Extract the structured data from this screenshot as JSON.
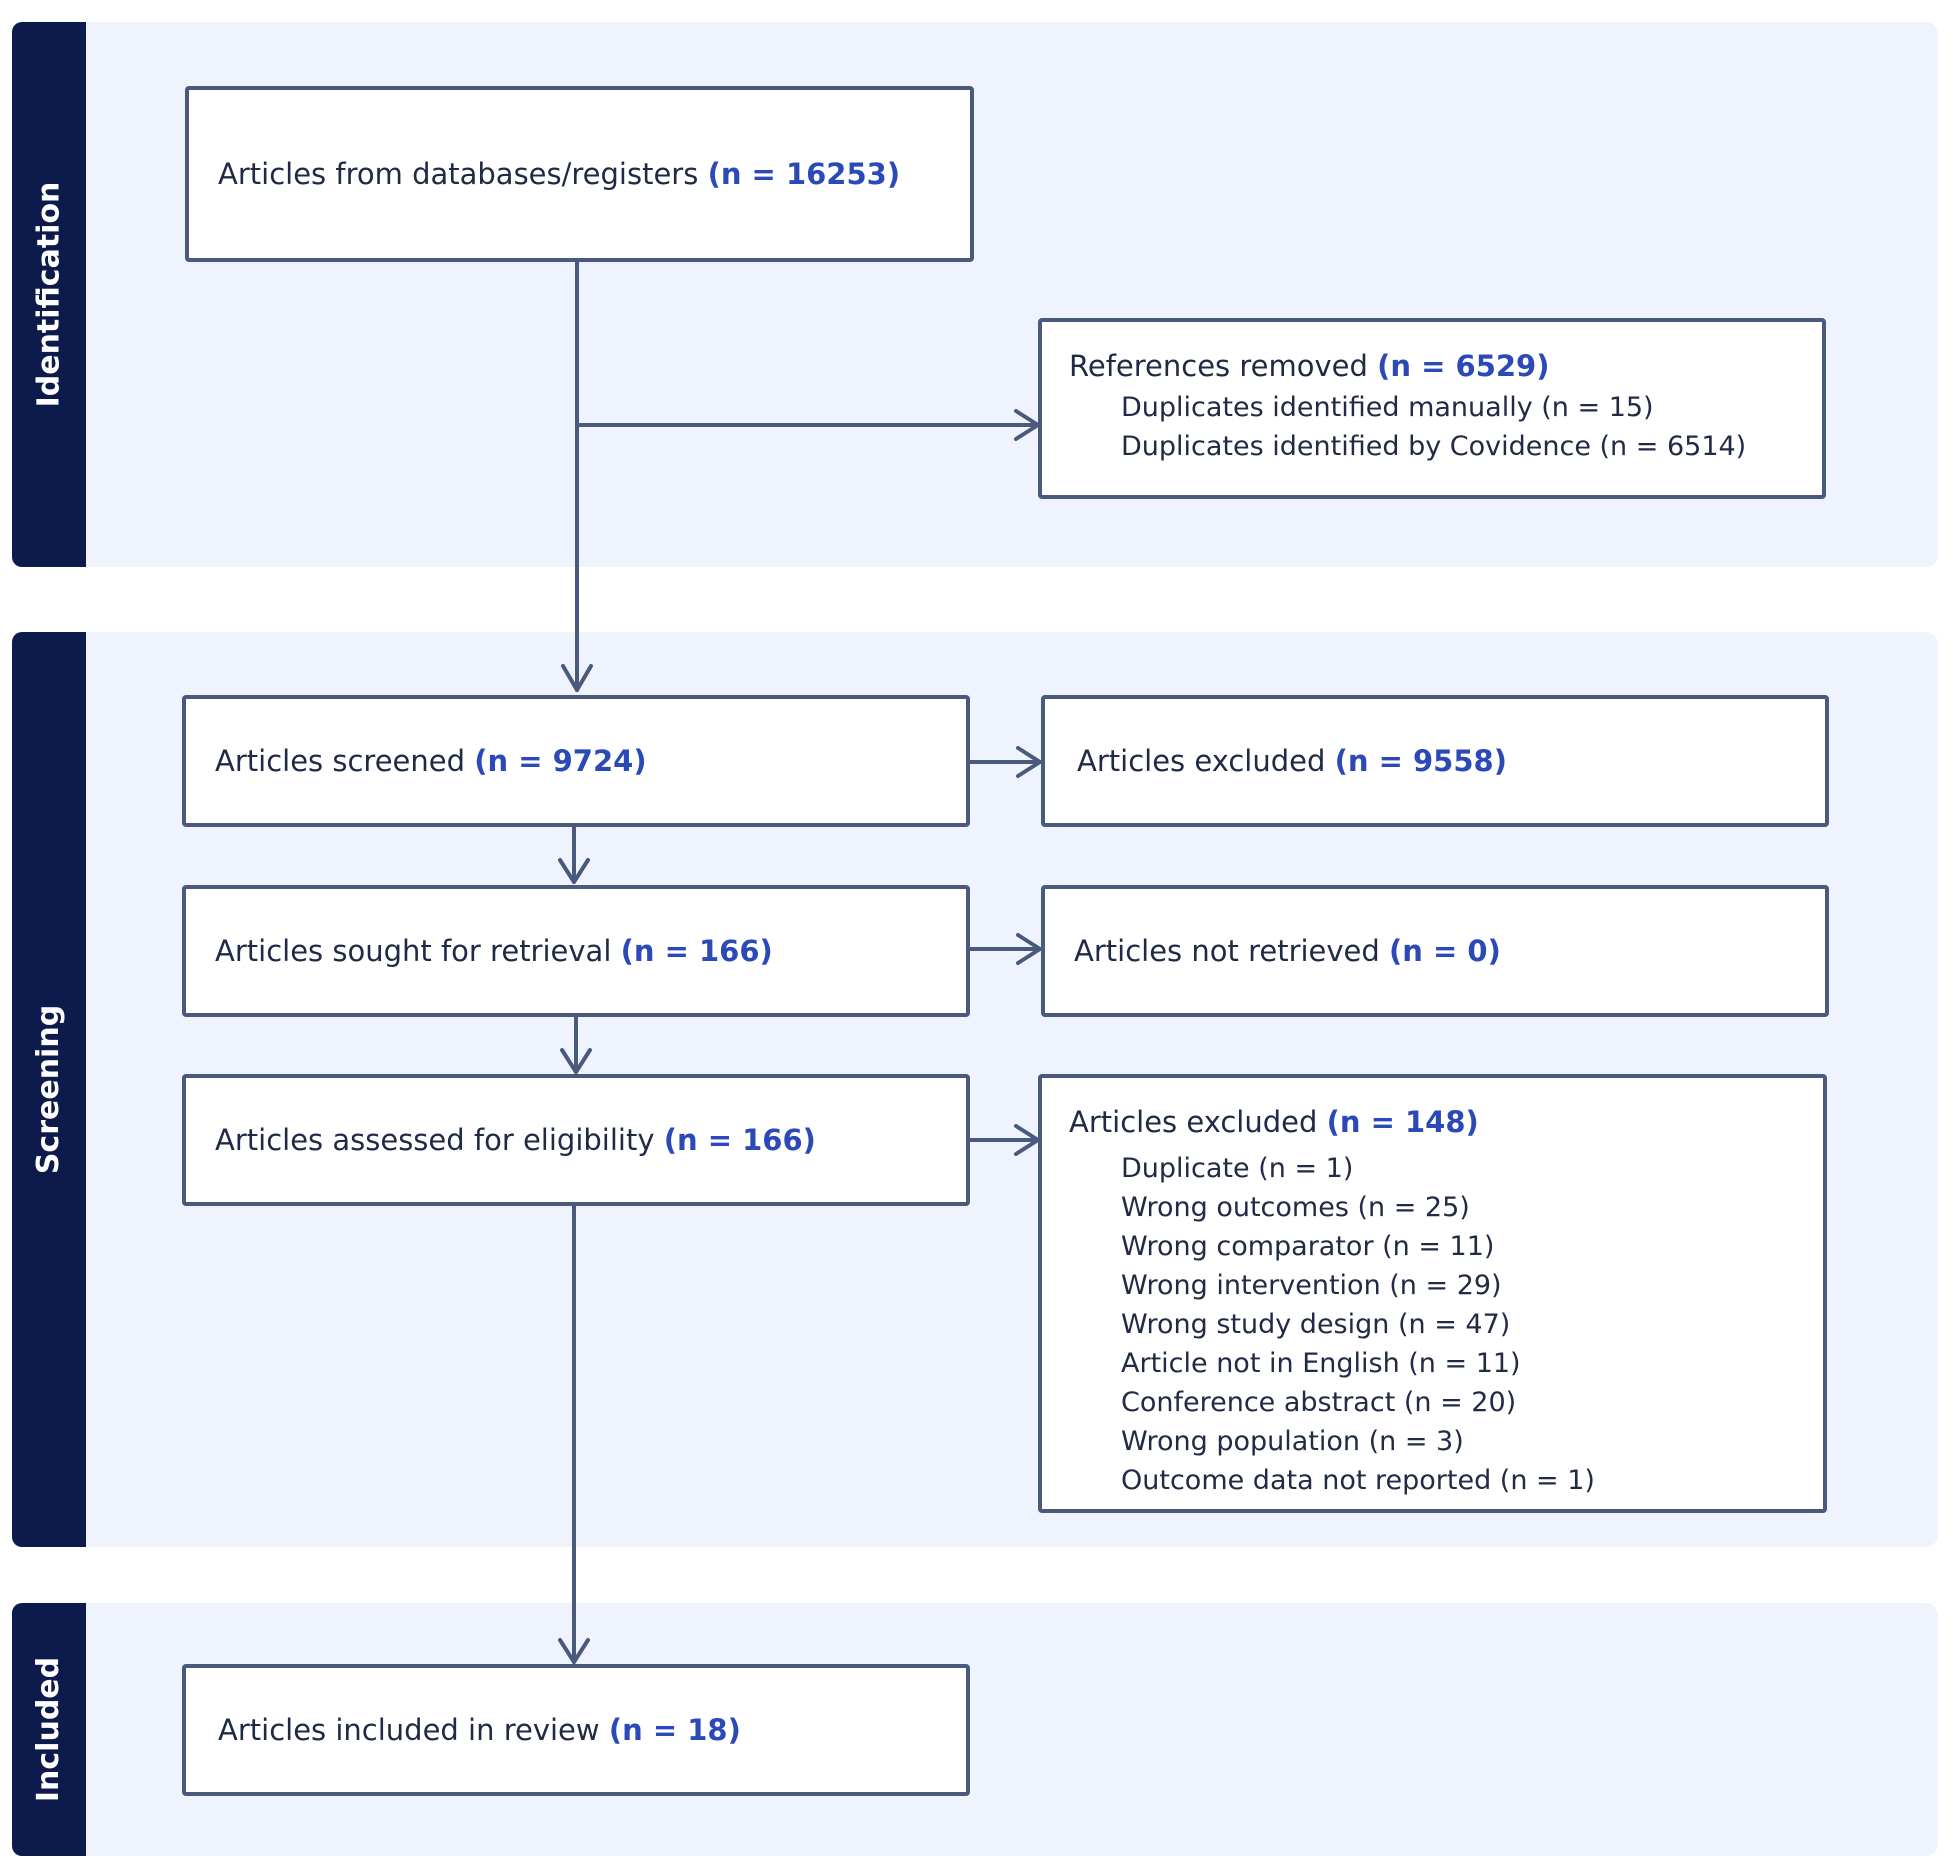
{
  "stages": {
    "identification": "Identification",
    "screening": "Screening",
    "included": "Included"
  },
  "boxes": {
    "databases": {
      "label": "Articles from databases/registers",
      "count": "(n = 16253)"
    },
    "removed": {
      "label": "References removed",
      "count": "(n = 6529)",
      "items": [
        "Duplicates identified manually (n = 15)",
        "Duplicates identified by Covidence (n = 6514)"
      ]
    },
    "screened": {
      "label": "Articles screened",
      "count": "(n = 9724)"
    },
    "excluded_screening": {
      "label": "Articles excluded",
      "count": "(n = 9558)"
    },
    "retrieval": {
      "label": "Articles sought for retrieval",
      "count": "(n = 166)"
    },
    "not_retrieved": {
      "label": "Articles not retrieved",
      "count": "(n = 0)"
    },
    "eligibility": {
      "label": "Articles assessed for eligibility",
      "count": "(n = 166)"
    },
    "excluded_eligibility": {
      "label": "Articles excluded",
      "count": "(n = 148)",
      "items": [
        "Duplicate (n = 1)",
        "Wrong outcomes (n = 25)",
        "Wrong comparator (n = 11)",
        "Wrong intervention (n = 29)",
        "Wrong study design (n = 47)",
        "Article not in English (n = 11)",
        "Conference abstract (n = 20)",
        "Wrong population (n = 3)",
        "Outcome data not reported (n = 1)"
      ]
    },
    "included": {
      "label": "Articles included in review",
      "count": "(n = 18)"
    }
  },
  "colors": {
    "stage_bg": "#0d1b4c",
    "band_bg": "#eef3fd",
    "box_border": "#4a5a7c",
    "count_text": "#2b4ab8"
  }
}
